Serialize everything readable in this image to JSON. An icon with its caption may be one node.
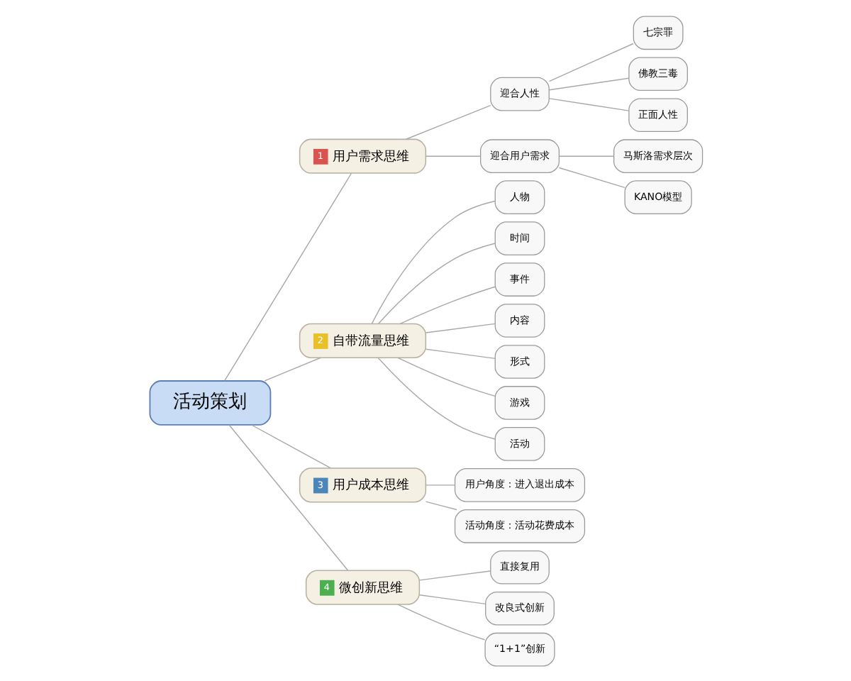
{
  "diagram": {
    "nodes": [
      {
        "text": [
          "活动策划"
        ]
      },
      {
        "text": [
          "1",
          "用户需求思维"
        ]
      },
      {
        "text": [
          "迎合人性"
        ]
      },
      {
        "text": [
          "七宗罪"
        ]
      },
      {
        "text": [
          "佛教三毒"
        ]
      },
      {
        "text": [
          "正面人性"
        ]
      },
      {
        "text": [
          "迎合用户需求"
        ]
      },
      {
        "text": [
          "马斯洛需求层次"
        ]
      },
      {
        "text": [
          "KANO模型"
        ]
      },
      {
        "text": [
          "2",
          "自带流量思维"
        ]
      },
      {
        "text": [
          "人物"
        ]
      },
      {
        "text": [
          "时间"
        ]
      },
      {
        "text": [
          "事件"
        ]
      },
      {
        "text": [
          "内容"
        ]
      },
      {
        "text": [
          "形式"
        ]
      },
      {
        "text": [
          "游戏"
        ]
      },
      {
        "text": [
          "活动"
        ]
      },
      {
        "text": [
          "3",
          "用户成本思维"
        ]
      },
      {
        "text": [
          "用户角度：进入退出成本"
        ]
      },
      {
        "text": [
          "活动角度：活动花费成本"
        ]
      },
      {
        "text": [
          "4",
          "微创新思维"
        ]
      },
      {
        "text": [
          "直接复用"
        ]
      },
      {
        "text": [
          "改良式创新"
        ]
      },
      {
        "text": [
          "“1+1”创新"
        ]
      }
    ],
    "edges": [
      {
        "from": 0,
        "to": 1,
        "arrow": "none"
      },
      {
        "from": 1,
        "to": 2,
        "arrow": "none"
      },
      {
        "from": 2,
        "to": 3,
        "arrow": "none"
      },
      {
        "from": 2,
        "to": 4,
        "arrow": "none"
      },
      {
        "from": 2,
        "to": 5,
        "arrow": "none"
      },
      {
        "from": 1,
        "to": 6,
        "arrow": "none"
      },
      {
        "from": 6,
        "to": 7,
        "arrow": "none"
      },
      {
        "from": 6,
        "to": 8,
        "arrow": "none"
      },
      {
        "from": 0,
        "to": 9,
        "arrow": "none"
      },
      {
        "from": 9,
        "to": 10,
        "arrow": "none"
      },
      {
        "from": 9,
        "to": 11,
        "arrow": "none"
      },
      {
        "from": 9,
        "to": 12,
        "arrow": "none"
      },
      {
        "from": 9,
        "to": 13,
        "arrow": "none"
      },
      {
        "from": 9,
        "to": 14,
        "arrow": "none"
      },
      {
        "from": 9,
        "to": 15,
        "arrow": "none"
      },
      {
        "from": 9,
        "to": 16,
        "arrow": "none"
      },
      {
        "from": 0,
        "to": 17,
        "arrow": "none"
      },
      {
        "from": 17,
        "to": 18,
        "arrow": "none"
      },
      {
        "from": 17,
        "to": 19,
        "arrow": "none"
      },
      {
        "from": 0,
        "to": 20,
        "arrow": "none"
      },
      {
        "from": 20,
        "to": 21,
        "arrow": "none"
      },
      {
        "from": 20,
        "to": 22,
        "arrow": "none"
      },
      {
        "from": 20,
        "to": 23,
        "arrow": "none"
      }
    ]
  }
}
